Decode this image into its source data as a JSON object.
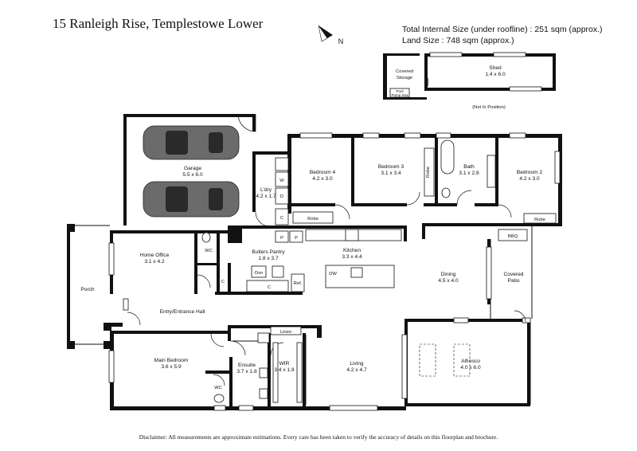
{
  "header": {
    "address": "15 Ranleigh Rise, Templestowe Lower",
    "total_internal": "Total Internal Size (under roofline) :  251 sqm (approx.)",
    "land_size": "Land Size :  748 sqm (approx.)",
    "compass_north": "N"
  },
  "outbuildings": {
    "covered_storage": [
      "Covered",
      "Storage"
    ],
    "pool_pump": [
      "Pool",
      "Pump Sea"
    ],
    "shed_name": "Shed",
    "shed_size": "1.4 x 6.0",
    "note": "(Not In Position)"
  },
  "rooms": {
    "garage": {
      "name": "Garage",
      "size": "5.5 x 6.0"
    },
    "laundry": {
      "name": "L'dry",
      "size": "4.2 x 1.7"
    },
    "bedroom4": {
      "name": "Bedroom 4",
      "size": "4.2 x 3.0"
    },
    "bedroom3": {
      "name": "Bedroom 3",
      "size": "3.1 x 3.4"
    },
    "bath": {
      "name": "Bath",
      "size": "3.1 x 2.8"
    },
    "bedroom2": {
      "name": "Bedroom 2",
      "size": "4.2 x 3.0"
    },
    "home_office": {
      "name": "Home Office",
      "size": "3.1 x 4.2"
    },
    "butlers_pantry": {
      "name": "Butlers Pantry",
      "size": "1.8 x 3.7"
    },
    "kitchen": {
      "name": "Kitchen",
      "size": "3.3 x 4.4"
    },
    "dining": {
      "name": "Dining",
      "size": "4.5 x 4.0"
    },
    "covered_patio": [
      "Covered",
      "Patio"
    ],
    "porch": "Porch",
    "entry": "Entry/Entrance Hall",
    "main_bedroom": {
      "name": "Main Bedroom",
      "size": "3.6 x 5.9"
    },
    "ensuite": {
      "name": "Ensuite",
      "size": "3.7 x 1.8"
    },
    "wir": {
      "name": "WIR",
      "size": "3.4 x 1.8"
    },
    "living": {
      "name": "Living",
      "size": "4.2 x 4.7"
    },
    "alfresco": {
      "name": "Alfresco",
      "size": "4.0 x 6.0"
    }
  },
  "fixtures": {
    "w": "W",
    "d": "D",
    "c": "C",
    "robe": "Robe",
    "wc": "WC",
    "p": "P",
    "ovn": "Ovn",
    "dw": "DW",
    "ref": "Ref.",
    "linen": "Linen",
    "bbq": "BBQ"
  },
  "footer": {
    "disclaimer": "Disclaimer: All measurements are approximate estimations. Every care has been taken to verify the accuracy of details on this floorplan and brochure."
  }
}
